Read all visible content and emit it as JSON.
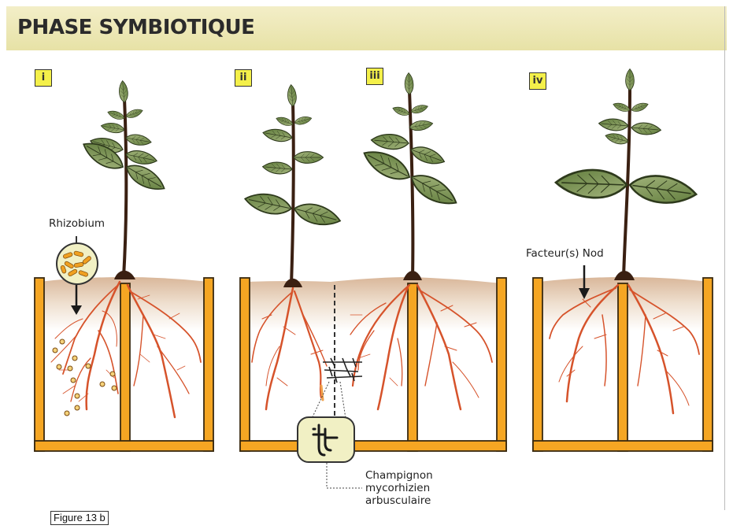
{
  "header": {
    "title": "PHASE SYMBIOTIQUE"
  },
  "panels": [
    {
      "label": "i"
    },
    {
      "label": "ii"
    },
    {
      "label": "iii"
    },
    {
      "label": "iv"
    }
  ],
  "annotations": {
    "rhizobium": "Rhizobium",
    "nod_factor": "Facteur(s) Nod",
    "fungus": [
      "Champignon",
      "mycorhizien",
      "arbusculaire"
    ]
  },
  "caption": "Figure 13 b",
  "colors": {
    "header_bg": "#ebe6b2",
    "label_bg": "#f4f04a",
    "pot": "#f5a623",
    "root": "#d6532b",
    "soil": "#e9d7c4",
    "leaf": "#8fa36b",
    "stem": "#3a2012"
  }
}
